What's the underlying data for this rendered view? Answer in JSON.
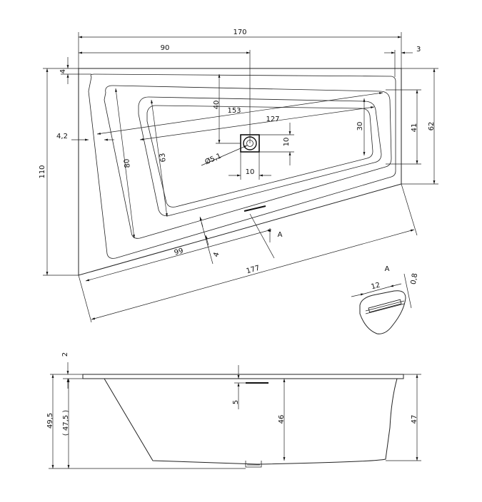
{
  "top_view": {
    "dims": {
      "w170": "170",
      "w90": "90",
      "w3": "3",
      "h4_top": "4",
      "h110": "110",
      "h62": "62",
      "h41": "41",
      "d40": "40",
      "d153": "153",
      "d127": "127",
      "d30": "30",
      "d10v": "10",
      "d10h": "10",
      "d5_1": "Ø5,1",
      "d4_2": "4,2",
      "d80": "80",
      "d63": "63",
      "d4_bottom": "4",
      "d99": "99",
      "d177": "177"
    },
    "section_marker": "A"
  },
  "detail_a": {
    "label": "A",
    "dim12": "12",
    "dim0_8": "0,8"
  },
  "side_view": {
    "dims": {
      "rim2": "2",
      "h49_5": "49,5",
      "h47_5": "( 47,5 )",
      "d5": "5",
      "d46": "46",
      "d47": "47"
    }
  }
}
